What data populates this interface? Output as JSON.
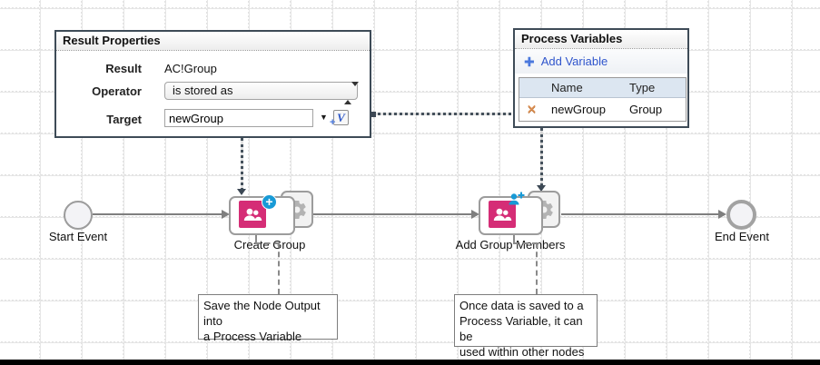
{
  "result_properties": {
    "title": "Result Properties",
    "result_label": "Result",
    "result_value": "AC!Group",
    "operator_label": "Operator",
    "operator_value": "is stored as",
    "target_label": "Target",
    "target_value": "newGroup"
  },
  "process_variables": {
    "title": "Process Variables",
    "add_variable_label": "Add Variable",
    "columns": {
      "name": "Name",
      "type": "Type"
    },
    "rows": [
      {
        "name": "newGroup",
        "type": "Group"
      }
    ]
  },
  "flow": {
    "start_event_label": "Start Event",
    "end_event_label": "End Event",
    "create_group_label": "Create Group",
    "add_group_members_label": "Add Group Members"
  },
  "annotations": {
    "note1": "Save the Node Output into\na Process Variable",
    "note2": "Once data is saved to a\nProcess Variable, it can be\nused within other nodes"
  },
  "icons": {
    "plus_badge": "+",
    "add_variable_plus": "✚",
    "delete_x": "✕",
    "dropdown_arrow": "▼",
    "variable_picker_letter": "V",
    "variable_picker_plus": "+"
  },
  "colors": {
    "accent_pink": "#d52d76",
    "accent_blue": "#189ad6",
    "link_blue": "#2f55cc",
    "table_header_bg": "#dce6f1",
    "panel_border": "#3e4b57",
    "connector_gray": "#7f7f7f",
    "dotted_connector": "#45515c"
  }
}
